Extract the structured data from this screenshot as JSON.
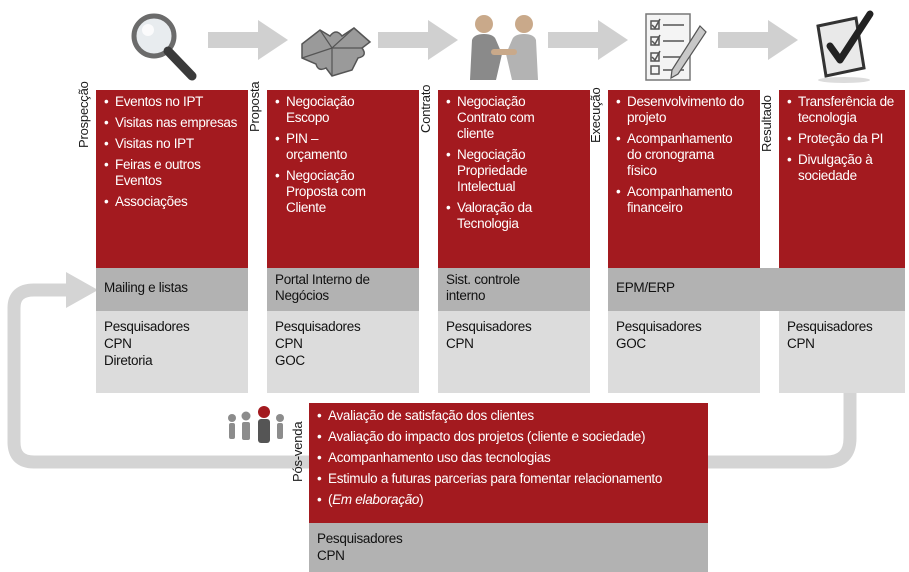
{
  "stages": [
    {
      "label": "Prospecção",
      "icon": "magnifier-icon",
      "items": [
        "Eventos no IPT",
        "Visitas nas empresas",
        "Visitas no IPT",
        "Feiras e outros Eventos",
        "Associações"
      ],
      "system": "Mailing e listas",
      "people": [
        "Pesquisadores",
        "CPN",
        "Diretoria"
      ]
    },
    {
      "label": "Proposta",
      "icon": "puzzle-icon",
      "items": [
        "Negociação Escopo",
        "PIN – orçamento",
        "Negociação Proposta com Cliente"
      ],
      "system": "Portal Interno de Negócios",
      "people": [
        "Pesquisadores",
        "CPN",
        "GOC"
      ]
    },
    {
      "label": "Contrato",
      "icon": "handshake-icon",
      "items": [
        "Negociação Contrato com cliente",
        "Negociação Propriedade Intelectual",
        "Valoração da Tecnologia"
      ],
      "system": "Sist. controle interno",
      "people": [
        "Pesquisadores",
        "CPN"
      ]
    },
    {
      "label": "Execução",
      "icon": "checklist-pencil-icon",
      "items": [
        "Desenvolvimento do projeto",
        "Acompanhamento do cronograma físico",
        "Acompanhamento financeiro"
      ],
      "system": "EPM/ERP",
      "people": [
        "Pesquisadores",
        "GOC"
      ]
    },
    {
      "label": "Resultado",
      "icon": "checkbox-tick-icon",
      "items": [
        "Transferência de tecnologia",
        "Proteção da PI",
        "Divulgação à sociedade"
      ],
      "system": "",
      "people": [
        "Pesquisadores",
        "CPN"
      ]
    }
  ],
  "pos_venda": {
    "label": "Pós-venda",
    "icon": "people-group-icon",
    "items": [
      "Avaliação de satisfação dos clientes",
      "Avaliação do impacto dos projetos (cliente e sociedade)",
      "Acompanhamento uso das tecnologias",
      "Estimulo a futuras parcerias para fomentar relacionamento"
    ],
    "item_last": {
      "open": "(",
      "italic": "Em elaboração",
      "close": ")"
    },
    "people": [
      "Pesquisadores",
      "CPN"
    ]
  },
  "colors": {
    "red": "#a31a1f",
    "band_dark": "#b2b2b2",
    "band_light": "#dcdcdc",
    "arrow": "#d0d0d0"
  }
}
